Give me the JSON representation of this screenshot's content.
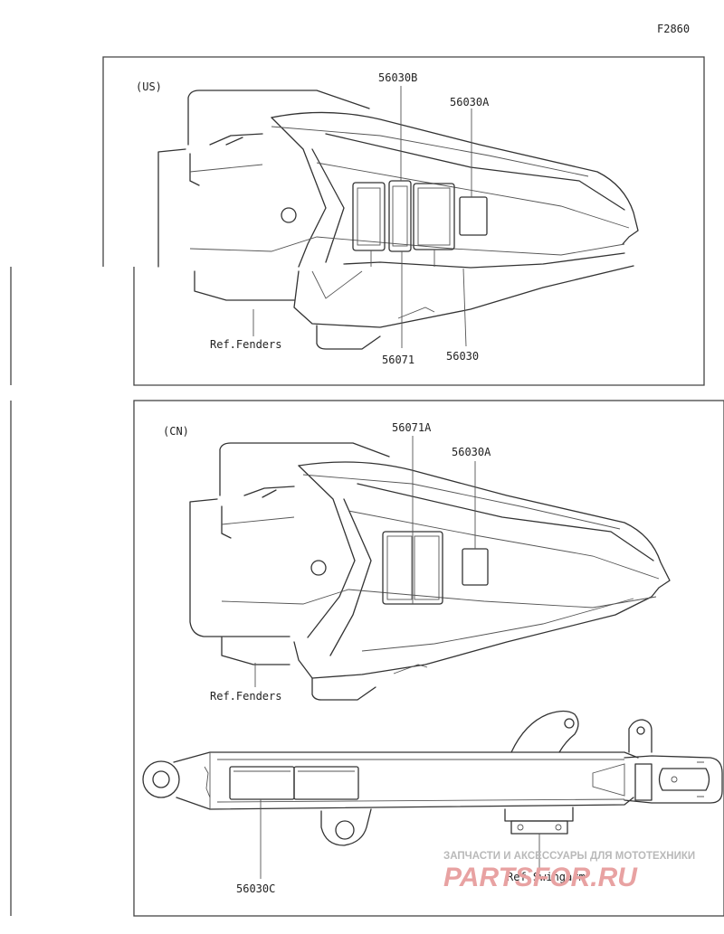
{
  "diagram_id": "F2860",
  "sections": {
    "us": {
      "region_label": "(US)",
      "callouts": {
        "p56030B": "56030B",
        "p56030A": "56030A",
        "p56071": "56071",
        "p56030": "56030",
        "ref_fenders": "Ref.Fenders"
      }
    },
    "cn": {
      "region_label": "(CN)",
      "callouts": {
        "p56071A": "56071A",
        "p56030A": "56030A",
        "ref_fenders": "Ref.Fenders",
        "p56030C": "56030C",
        "ref_swingarm": "Ref.Swingarm"
      }
    }
  },
  "watermark": {
    "caption": "ЗАПЧАСТИ И АКСЕССУАРЫ ДЛЯ МОТОТЕХНИКИ",
    "site": "PARTSFOR.RU"
  }
}
